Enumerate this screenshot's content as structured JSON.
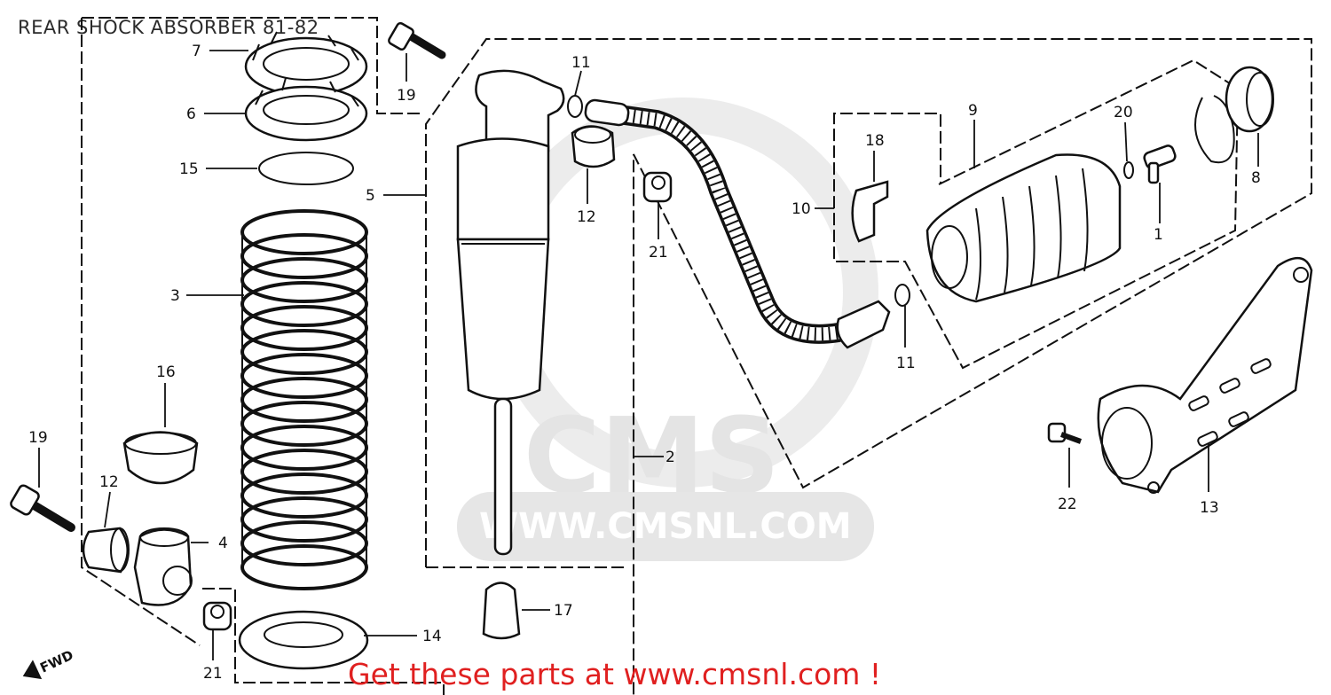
{
  "title": "REAR SHOCK ABSORBER 81-82",
  "watermark": {
    "logo_text": "CMS",
    "url_text": "WWW.CMSNL.COM"
  },
  "cta": "Get these parts at www.cmsnl.com !",
  "fwd_label": "FWD",
  "callouts": {
    "c7": "7",
    "c19a": "19",
    "c6": "6",
    "c15": "15",
    "c5": "5",
    "c11a": "11",
    "c12a": "12",
    "c21a": "21",
    "c9": "9",
    "c18": "18",
    "c20": "20",
    "c10": "10",
    "c8": "8",
    "c1": "1",
    "c3": "3",
    "c16": "16",
    "c11b": "11",
    "c19b": "19",
    "c12b": "12",
    "c4": "4",
    "c2": "2",
    "c22": "22",
    "c13": "13",
    "c17": "17",
    "c14": "14",
    "c21b": "21"
  },
  "colors": {
    "cta": "#e02020",
    "line": "#111111",
    "watermark": "#e4e4e4"
  }
}
